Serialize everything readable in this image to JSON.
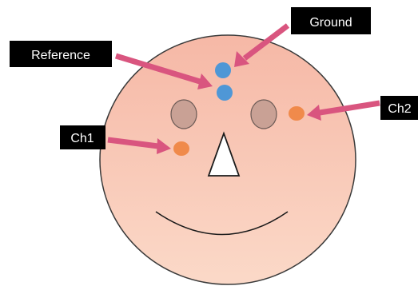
{
  "labels": {
    "ground": "Ground",
    "reference": "Reference",
    "ch1": "Ch1",
    "ch2": "Ch2"
  },
  "colors": {
    "face_gradient_top": "#f6b8a6",
    "face_gradient_bottom": "#fbd9c8",
    "face_outline": "#3a3a3a",
    "eye_fill": "#c9a195",
    "eye_outline": "#6b5a55",
    "electrode_blue": "#4f97d6",
    "electrode_orange": "#f08a4b",
    "arrow": "#d9557f",
    "label_bg": "#000000",
    "label_text": "#ffffff"
  },
  "icons": {
    "nose": "triangle-nose",
    "mouth": "smile-arc"
  }
}
